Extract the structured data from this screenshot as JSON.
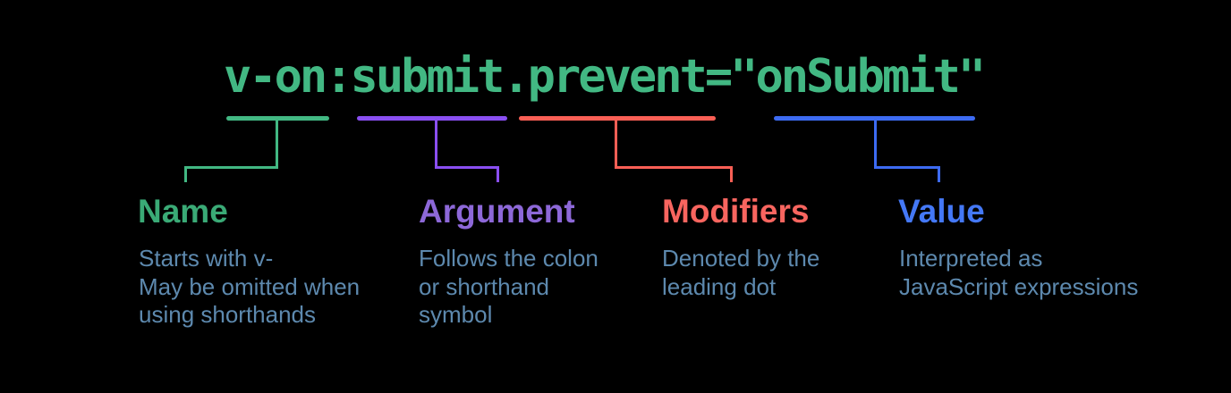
{
  "background": "#000000",
  "code": {
    "text": "v-on:submit.prevent=\"onSubmit\"",
    "color": "#42b883"
  },
  "description_color": "#5d89ae",
  "segments": [
    {
      "id": "name",
      "label": "Name",
      "description": "Starts with v-\nMay be omitted when\nusing shorthands",
      "line_color": "#42b883",
      "label_color": "#3aaa76"
    },
    {
      "id": "argument",
      "label": "Argument",
      "description": "Follows the colon\nor shorthand\nsymbol",
      "line_color": "#8a4ff2",
      "label_color": "#8d68d8"
    },
    {
      "id": "modifiers",
      "label": "Modifiers",
      "description": "Denoted by the\nleading dot",
      "line_color": "#fa5f55",
      "label_color": "#f8655f"
    },
    {
      "id": "value",
      "label": "Value",
      "description": "Interpreted as\nJavaScript expressions",
      "line_color": "#3d6bf2",
      "label_color": "#4478f6"
    }
  ]
}
